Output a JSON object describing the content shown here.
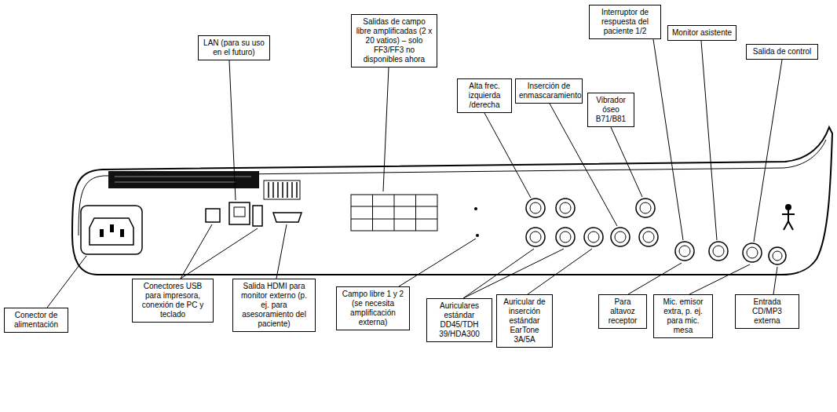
{
  "diagram": {
    "nodes": [
      {
        "text": [
          "LAN (para su uso en el futuro)"
        ]
      },
      {
        "text": [
          "Salidas de campo libre amplificadas (2 x 20 vatios) – solo FF3/FF3 no disponibles ahora"
        ]
      },
      {
        "text": [
          "Alta frec. izquierda /derecha"
        ]
      },
      {
        "text": [
          "Inserción de enmascaramiento"
        ]
      },
      {
        "text": [
          "Vibrador óseo B71/B81"
        ]
      },
      {
        "text": [
          "Interruptor de respuesta del paciente 1/2"
        ]
      },
      {
        "text": [
          "Monitor asistente"
        ]
      },
      {
        "text": [
          "Salida de control"
        ]
      },
      {
        "text": [
          "Conector de alimentación"
        ]
      },
      {
        "text": [
          "Conectores USB para impresora, conexión de PC y teclado"
        ]
      },
      {
        "text": [
          "Salida HDMI para monitor externo (p. ej. para asesoramiento del paciente)"
        ]
      },
      {
        "text": [
          "Campo libre 1 y 2 (se necesita amplificación externa)"
        ]
      },
      {
        "text": [
          "Auriculares estándar DD45/TDH 39/HDA300"
        ]
      },
      {
        "text": [
          "Auricular de inserción estándar EarTone 3A/5A"
        ]
      },
      {
        "text": [
          "Para altavoz receptor"
        ]
      },
      {
        "text": [
          "Mic. emisor extra, p. ej. para mic. mesa"
        ]
      },
      {
        "text": [
          "Entrada CD/MP3 externa"
        ]
      }
    ]
  }
}
